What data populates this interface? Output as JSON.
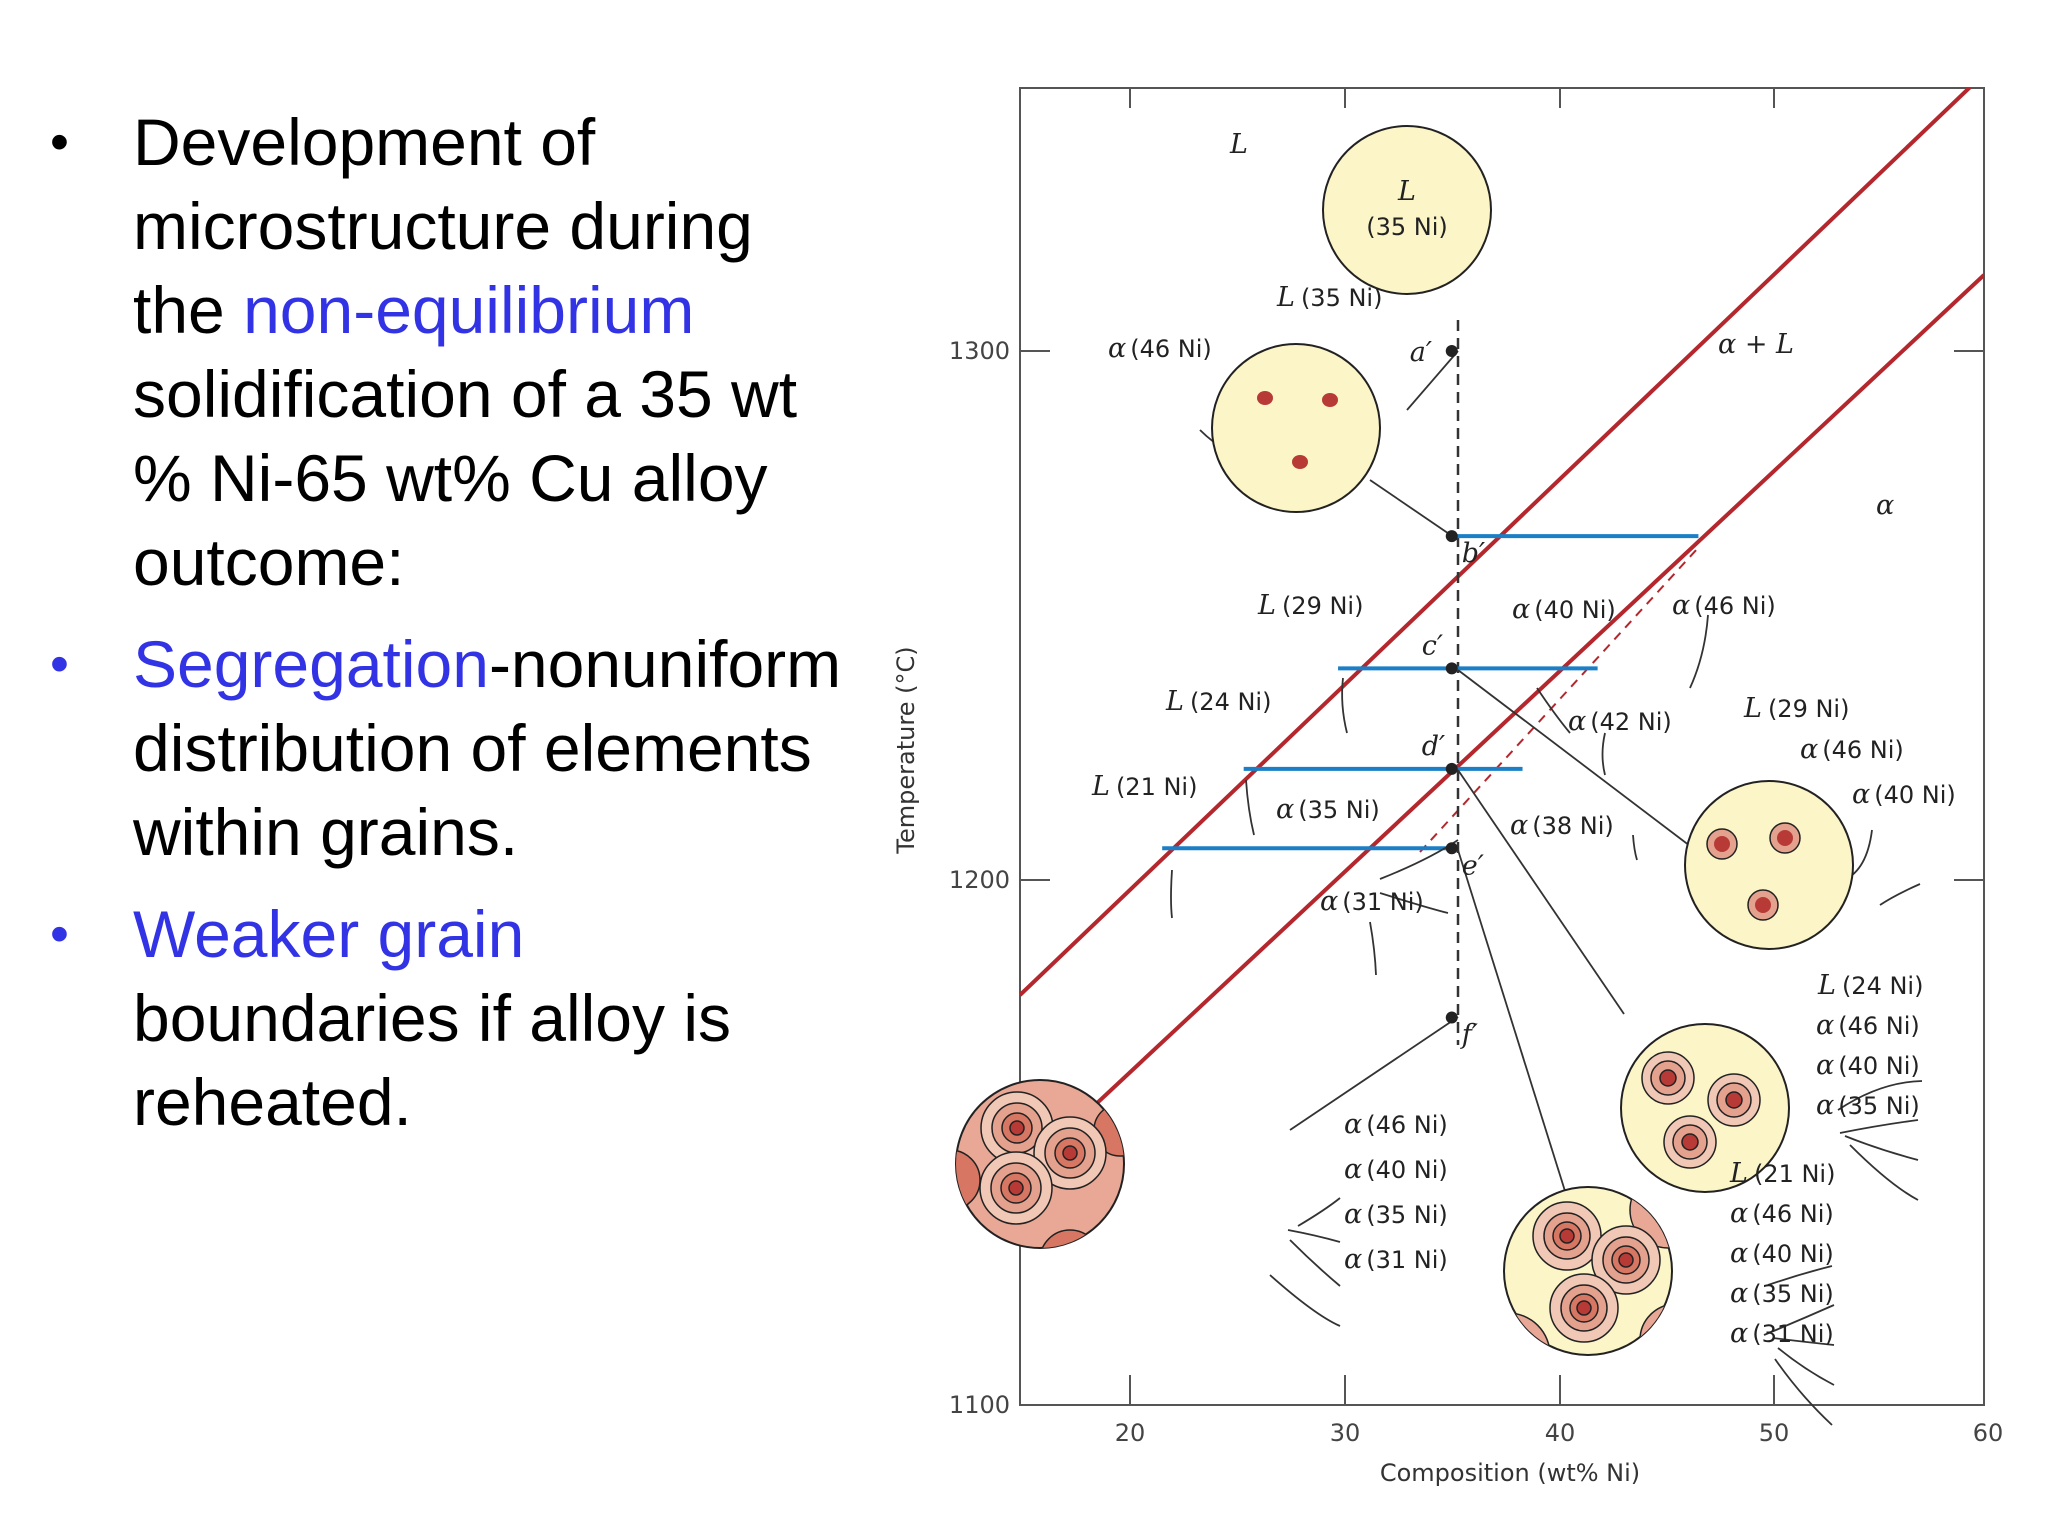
{
  "bullets": [
    {
      "dot": "•",
      "parts": [
        {
          "text": "Development of microstructure during the ",
          "blue": false
        },
        {
          "text": "non-equilibrium",
          "blue": true
        },
        {
          "text": " solidification of a 35 wt % Ni-65 wt% Cu alloy outcome:",
          "blue": false
        }
      ]
    },
    {
      "dot": "•",
      "parts": [
        {
          "text": "Segregation",
          "blue": true
        },
        {
          "text": "-nonuniform distribution of elements within grains.",
          "blue": false
        }
      ]
    },
    {
      "dot": "•",
      "parts": [
        {
          "text": "Weaker grain",
          "blue": true
        },
        {
          "text": " boundaries if alloy is reheated.",
          "blue": false
        }
      ]
    }
  ],
  "colors": {
    "highlight": "#3333e6",
    "phase_line": "#b3272d",
    "tie_line": "#1a7fc6",
    "grain_fill": "#fbf5c8",
    "nucleus": "#b83a36"
  },
  "diagram": {
    "axes": {
      "xlabel": "Composition (wt% Ni)",
      "ylabel": "Temperature (°C)",
      "x_ticks": [
        "20",
        "30",
        "40",
        "50",
        "60"
      ],
      "y_ticks": [
        "1300",
        "1200",
        "1100"
      ],
      "xlim": [
        15,
        60
      ],
      "ylim": [
        1100,
        1350
      ]
    },
    "regions": {
      "liquid": "L",
      "two_phase": "α + L",
      "solid": "α"
    },
    "points": [
      {
        "name": "a′",
        "label": "a′",
        "x": 35,
        "T": 1300
      },
      {
        "name": "b′",
        "label": "b′",
        "x": 35,
        "T": 1265
      },
      {
        "name": "c′",
        "label": "c′",
        "x": 35,
        "T": 1240
      },
      {
        "name": "d′",
        "label": "d′",
        "x": 35,
        "T": 1221
      },
      {
        "name": "e′",
        "label": "e′",
        "x": 35,
        "T": 1206
      },
      {
        "name": "f′",
        "label": "f′",
        "x": 35,
        "T": 1174
      }
    ],
    "tie_lines": [
      {
        "name": "b′",
        "T": 1265,
        "x_from": 35,
        "x_to": 46.5
      },
      {
        "name": "c′",
        "T": 1240,
        "x_from": 29.7,
        "x_to": 41.8
      },
      {
        "name": "d′",
        "T": 1221,
        "x_from": 25.3,
        "x_to": 38.3
      },
      {
        "name": "e′",
        "T": 1206,
        "x_from": 21.5,
        "x_to": 35
      }
    ],
    "composition_labels": {
      "l35_top": "(35 Ni)",
      "l35_a": "(35 Ni)",
      "a46_a": "(46 Ni)",
      "l29": "(29 Ni)",
      "a40": "(40 Ni)",
      "a46_b": "(46 Ni)",
      "l24": "(24 Ni)",
      "a42": "(42 Ni)",
      "l21": "(21 Ni)",
      "a35": "(35 Ni)",
      "a38": "(38 Ni)",
      "a31": "(31 Ni)",
      "c_l29": "(29 Ni)",
      "c_a46": "(46 Ni)",
      "c_a40": "(40 Ni)",
      "d_l24": "(24 Ni)",
      "d_a46": "(46 Ni)",
      "d_a40": "(40 Ni)",
      "d_a35": "(35 Ni)",
      "e_l21": "(21 Ni)",
      "e_a46": "(46 Ni)",
      "e_a40": "(40 Ni)",
      "e_a35": "(35 Ni)",
      "e_a31": "(31 Ni)",
      "f_a46": "(46 Ni)",
      "f_a40": "(40 Ni)",
      "f_a35": "(35 Ni)",
      "f_a31": "(31 Ni)"
    }
  }
}
